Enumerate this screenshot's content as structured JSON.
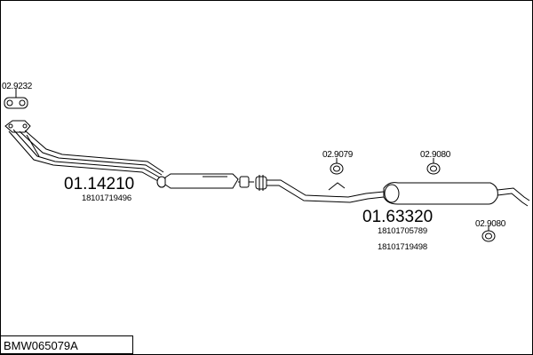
{
  "parts": {
    "gasket_top": "02.9232",
    "front_pipe_number": "01.14210",
    "front_pipe_oe": "18101719496",
    "clamp_a": "02.9079",
    "clamp_b": "02.9080",
    "clamp_c": "02.9080",
    "rear_box_number": "01.63320",
    "rear_box_oe_1": "18101705789",
    "rear_box_oe_2": "18101719498"
  },
  "title": "BMW065079A"
}
